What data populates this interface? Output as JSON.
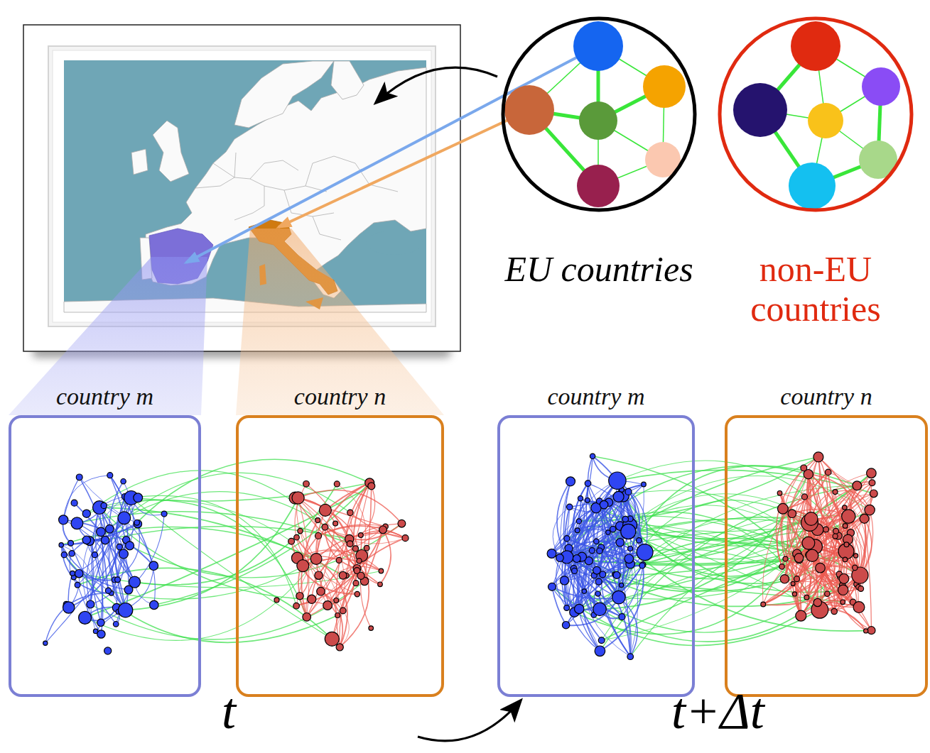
{
  "diagram": {
    "nodes": [
      {
        "text": [
          "EU countries"
        ]
      },
      {
        "text": [
          "non-EU countries"
        ]
      },
      {
        "text": [
          "country m"
        ]
      },
      {
        "text": [
          "country n"
        ]
      },
      {
        "text": [
          "country m"
        ]
      },
      {
        "text": [
          "country n"
        ]
      }
    ],
    "labels": [
      "t",
      "t+Δt"
    ]
  }
}
